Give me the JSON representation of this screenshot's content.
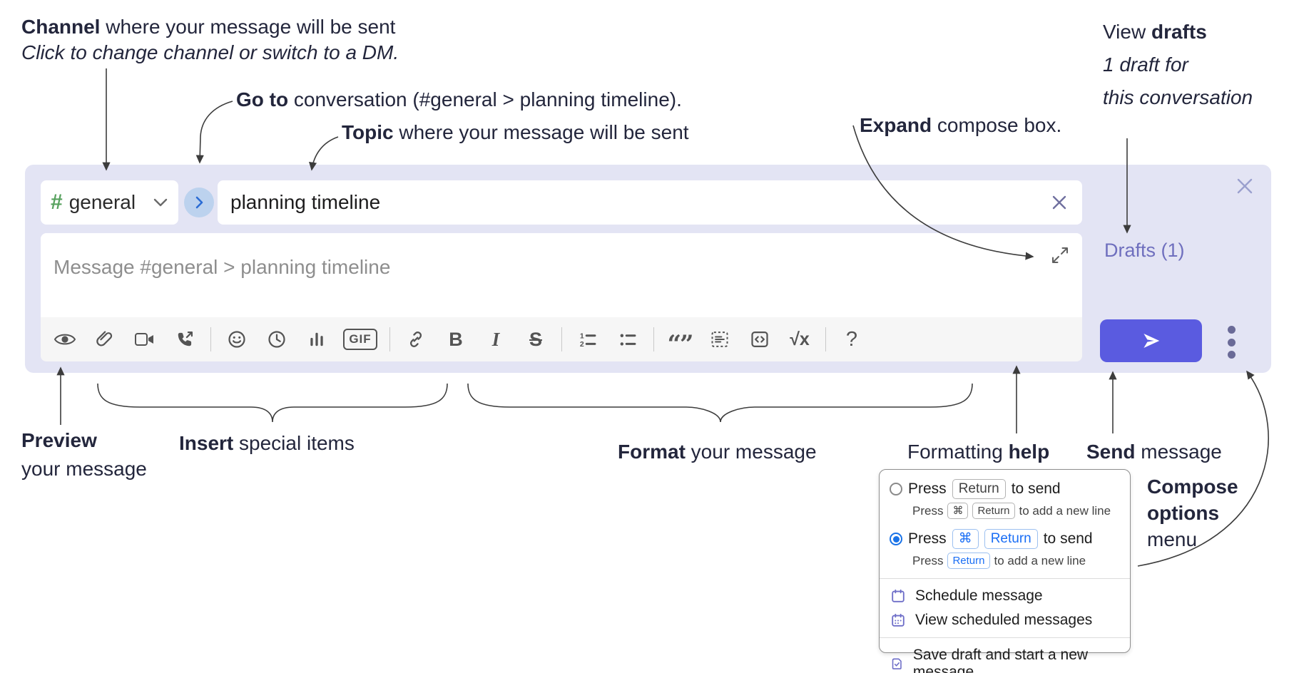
{
  "annotations": {
    "channel": {
      "bold": "Channel",
      "rest": " where your message will be sent",
      "line2": "Click to change channel or switch to a DM."
    },
    "goto": {
      "bold": "Go to",
      "rest": " conversation (#general > planning timeline)."
    },
    "topic": {
      "bold": "Topic",
      "rest": " where your message will be sent"
    },
    "expand": {
      "bold": "Expand",
      "rest": " compose box."
    },
    "view_drafts": {
      "pre": "View ",
      "bold": "drafts",
      "line2": "1 draft for",
      "line3": "this conversation"
    },
    "preview": {
      "bold": "Preview",
      "line2": "your message"
    },
    "insert": {
      "bold": "Insert",
      "rest": " special items"
    },
    "format": {
      "bold": "Format",
      "rest": " your message"
    },
    "formatting_help": {
      "pre": "Formatting ",
      "bold": "help"
    },
    "send": {
      "bold": "Send",
      "rest": " message"
    },
    "compose_options": {
      "line1": "Compose",
      "line2": "options",
      "line3": "menu"
    }
  },
  "composer": {
    "channel_hash": "#",
    "channel_name": "general",
    "topic_value": "planning timeline",
    "message_placeholder": "Message #general > planning timeline",
    "drafts_label": "Drafts (1)"
  },
  "toolbar_icon_glyphs": {
    "gif": "GIF",
    "bold": "B",
    "italic": "I",
    "strikethrough": "S",
    "blockquote": "“”",
    "formula": "√x",
    "help": "?"
  },
  "options_menu": {
    "return_to_send": {
      "pre": "Press",
      "key": "Return",
      "post": "to send",
      "sub_pre": "Press",
      "sub_key1": "⌘",
      "sub_key2": "Return",
      "sub_post": "to add a new line"
    },
    "cmd_return_to_send": {
      "pre": "Press",
      "key1": "⌘",
      "key2": "Return",
      "post": "to send",
      "sub_pre": "Press",
      "sub_key": "Return",
      "sub_post": "to add a new line"
    },
    "items": [
      "Schedule message",
      "View scheduled messages",
      "Save draft and start a new message"
    ]
  },
  "colors": {
    "composer_bg": "#e3e4f4",
    "send_button": "#5a5be0",
    "drafts_link": "#6f6fbe",
    "radio_selected": "#1a73e8",
    "menu_icon_purple": "#6e6ec8",
    "channel_hash_green": "#57a15e",
    "goto_circle_bg": "#bcd2ee",
    "goto_chevron_blue": "#2b6cd4",
    "toolbar_icon": "#545454",
    "annotation_text": "#23263c"
  }
}
